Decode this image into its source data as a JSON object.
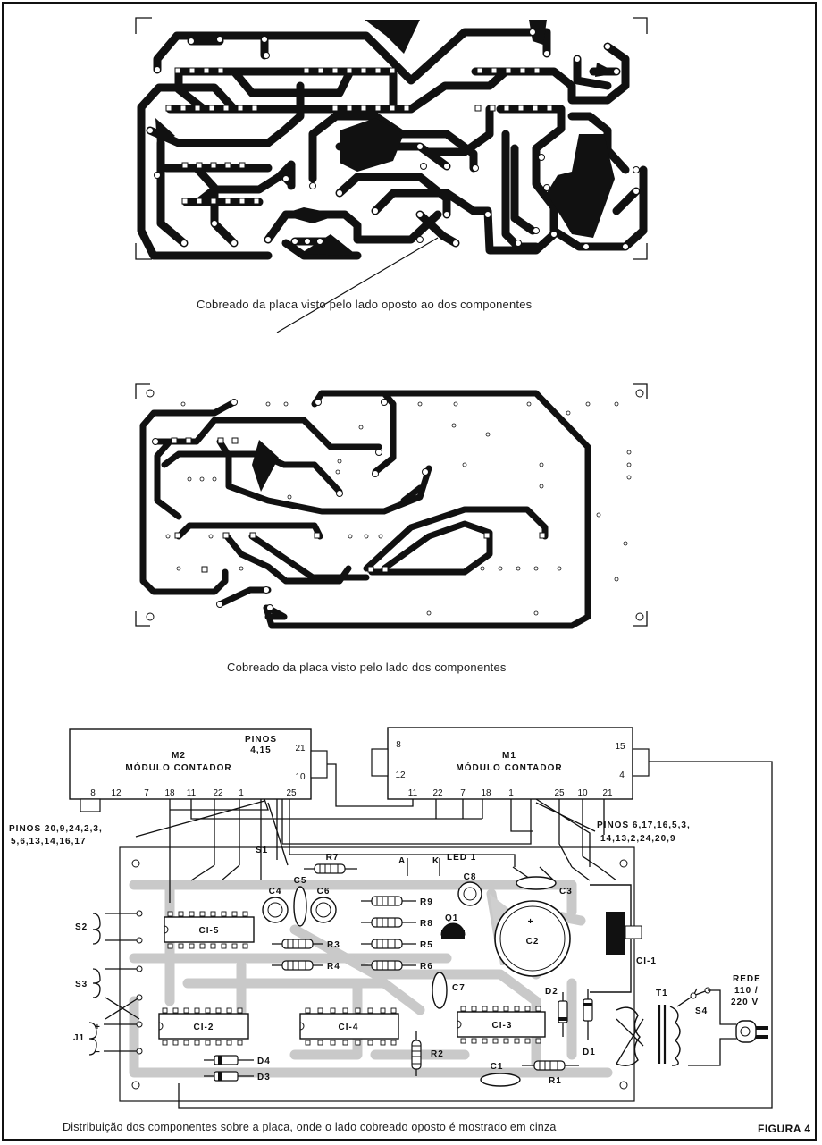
{
  "captions": {
    "top": "Cobreado da placa visto pelo lado oposto ao dos componentes",
    "middle": "Cobreado da placa visto pelo lado dos componentes",
    "bottom": "Distribuição dos componentes sobre a placa, onde o lado cobreado oposto é mostrado em cinza",
    "figure": "FIGURA 4"
  },
  "modules": {
    "m2": {
      "name": "M2",
      "subtitle": "MÓDULO CONTADOR",
      "pins_bottom": [
        "8",
        "12",
        "7",
        "18",
        "11",
        "22",
        "1",
        "25"
      ],
      "pins_right": [
        "21",
        "10"
      ]
    },
    "m1": {
      "name": "M1",
      "subtitle": "MÓDULO CONTADOR",
      "pins_left": [
        "8",
        "12"
      ],
      "pins_bottom": [
        "11",
        "22",
        "7",
        "18",
        "1",
        "25",
        "10",
        "21"
      ],
      "pins_right": [
        "15",
        "4"
      ]
    }
  },
  "notes": {
    "pins_4_15_line1": "PINOS",
    "pins_4_15_line2": "4,15",
    "pins_left_line1": "PINOS 20,9,24,2,3,",
    "pins_left_line2": "5,6,13,14,16,17",
    "pins_right_line1": "PINOS 6,17,16,5,3,",
    "pins_right_line2": "14,13,2,24,20,9"
  },
  "components": {
    "ics": [
      "CI-5",
      "CI-2",
      "CI-4",
      "CI-3",
      "CI-1"
    ],
    "resistors": [
      "R7",
      "R9",
      "R8",
      "R5",
      "R6",
      "R3",
      "R4",
      "R2",
      "R1"
    ],
    "capacitors": [
      "C4",
      "C5",
      "C6",
      "C8",
      "C3",
      "C2",
      "C7",
      "C1"
    ],
    "diodes": [
      "D2",
      "D1",
      "D4",
      "D3"
    ],
    "transistor": "Q1",
    "led": "LED 1",
    "led_a": "A",
    "led_k": "K",
    "switches": [
      "S1",
      "S2",
      "S3",
      "S4"
    ],
    "jack": "J1",
    "jack_plus": "+",
    "jack_minus": "−",
    "transformer": "T1",
    "mains_line1": "REDE",
    "mains_line2": "110 /",
    "mains_line3": "220 V",
    "c2_plus": "+"
  }
}
